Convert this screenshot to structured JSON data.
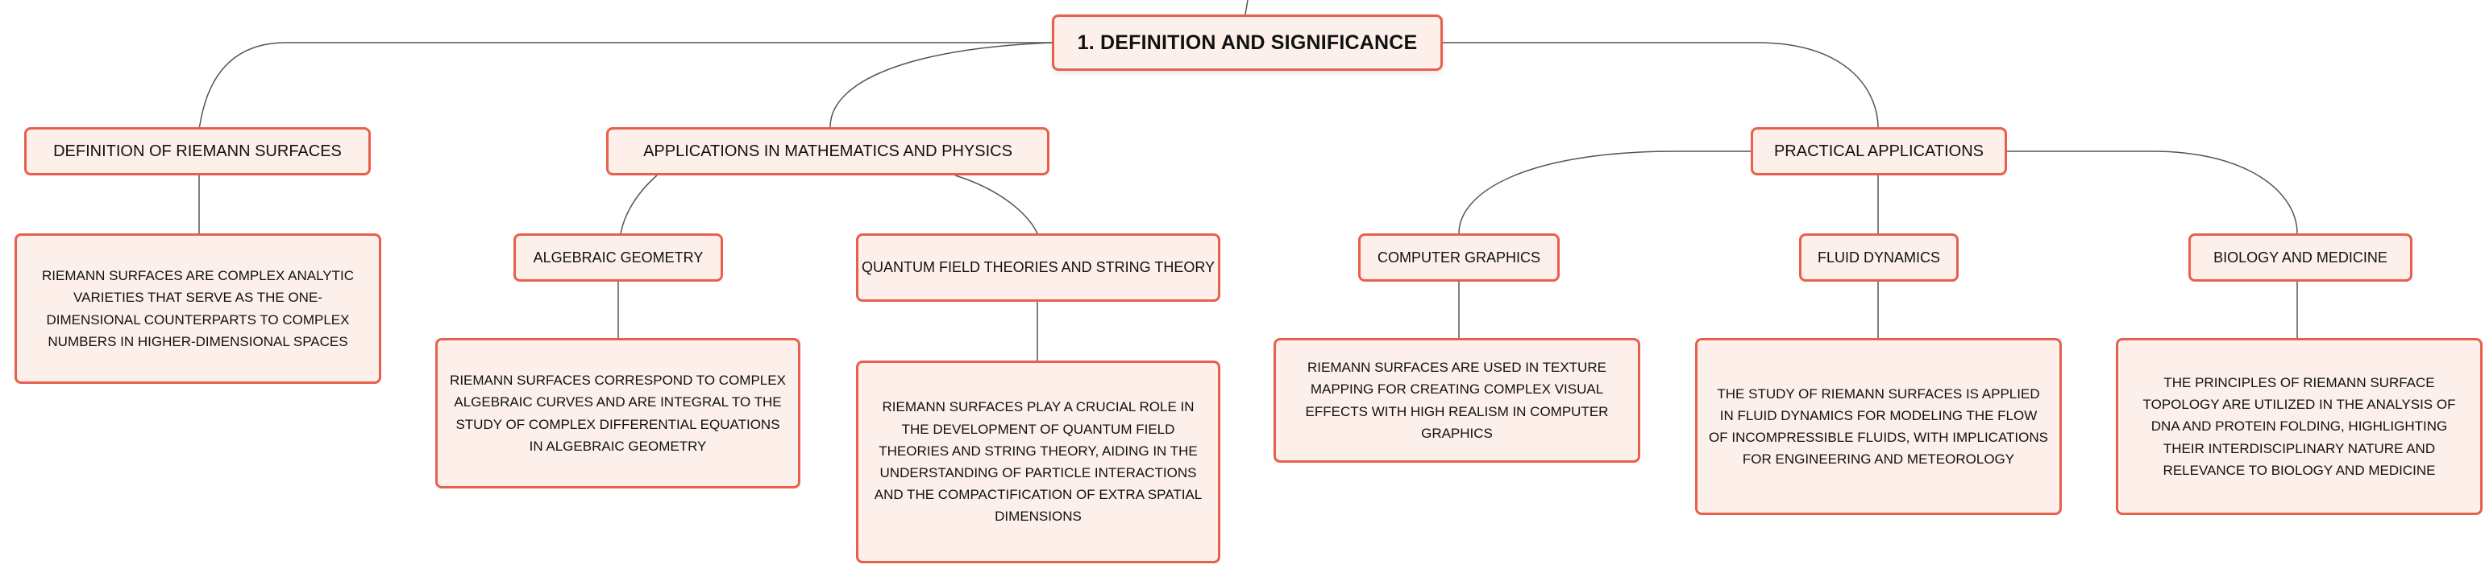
{
  "colors": {
    "node_border": "#e8604c",
    "node_fill": "#fdf0ea",
    "connector": "#555555",
    "text": "#111111"
  },
  "root": {
    "label": "1. DEFINITION AND SIGNIFICANCE"
  },
  "branches": {
    "definition": {
      "label": "DEFINITION OF RIEMANN SURFACES",
      "detail": "RIEMANN SURFACES ARE COMPLEX ANALYTIC VARIETIES THAT SERVE AS THE ONE-DIMENSIONAL COUNTERPARTS TO COMPLEX NUMBERS IN HIGHER-DIMENSIONAL SPACES"
    },
    "applications_math_physics": {
      "label": "APPLICATIONS IN MATHEMATICS AND PHYSICS",
      "children": [
        {
          "label": "ALGEBRAIC GEOMETRY",
          "detail": "RIEMANN SURFACES CORRESPOND TO COMPLEX ALGEBRAIC CURVES AND ARE INTEGRAL TO THE STUDY OF COMPLEX DIFFERENTIAL EQUATIONS IN ALGEBRAIC GEOMETRY"
        },
        {
          "label": "QUANTUM FIELD THEORIES AND STRING THEORY",
          "detail": "RIEMANN SURFACES PLAY A CRUCIAL ROLE IN THE DEVELOPMENT OF QUANTUM FIELD THEORIES AND STRING THEORY, AIDING IN THE UNDERSTANDING OF PARTICLE INTERACTIONS AND THE COMPACTIFICATION OF EXTRA SPATIAL DIMENSIONS"
        }
      ]
    },
    "practical_applications": {
      "label": "PRACTICAL APPLICATIONS",
      "children": [
        {
          "label": "COMPUTER GRAPHICS",
          "detail": "RIEMANN SURFACES ARE USED IN TEXTURE MAPPING FOR CREATING COMPLEX VISUAL EFFECTS WITH HIGH REALISM IN COMPUTER GRAPHICS"
        },
        {
          "label": "FLUID DYNAMICS",
          "detail": "THE STUDY OF RIEMANN SURFACES IS APPLIED IN FLUID DYNAMICS FOR MODELING THE FLOW OF INCOMPRESSIBLE FLUIDS, WITH IMPLICATIONS FOR ENGINEERING AND METEOROLOGY"
        },
        {
          "label": "BIOLOGY AND MEDICINE",
          "detail": "THE PRINCIPLES OF RIEMANN SURFACE TOPOLOGY ARE UTILIZED IN THE ANALYSIS OF DNA AND PROTEIN FOLDING, HIGHLIGHTING THEIR INTERDISCIPLINARY NATURE AND RELEVANCE TO BIOLOGY AND MEDICINE"
        }
      ]
    }
  }
}
